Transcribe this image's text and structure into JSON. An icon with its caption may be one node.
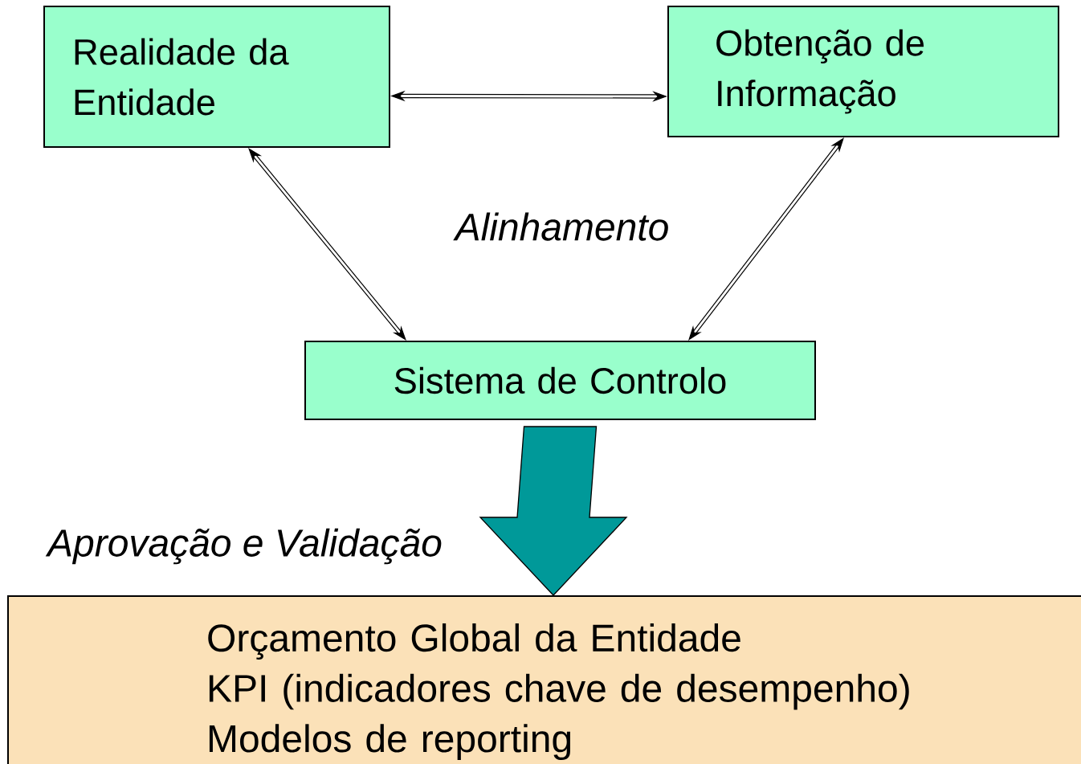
{
  "diagram": {
    "nodes": [
      {
        "text": [
          "Realidade da Entidade"
        ]
      },
      {
        "text": [
          "Obtenção de Informação"
        ]
      },
      {
        "text": [
          "Sistema de Controlo"
        ]
      },
      {
        "text": [
          "Orçamento Global da Entidade",
          "KPI (indicadores chave de desempenho)",
          "Modelos de reporting"
        ]
      }
    ],
    "edges": [
      {
        "from": 0,
        "to": 1,
        "arrow": "both"
      },
      {
        "from": 0,
        "to": 2,
        "arrow": "both"
      },
      {
        "from": 1,
        "to": 2,
        "arrow": "both"
      },
      {
        "from": 2,
        "to": 3,
        "arrow": "to",
        "style": "thick",
        "color": "#009999"
      }
    ],
    "labels": [
      "Alinhamento",
      "Aprovação e Validação"
    ]
  }
}
